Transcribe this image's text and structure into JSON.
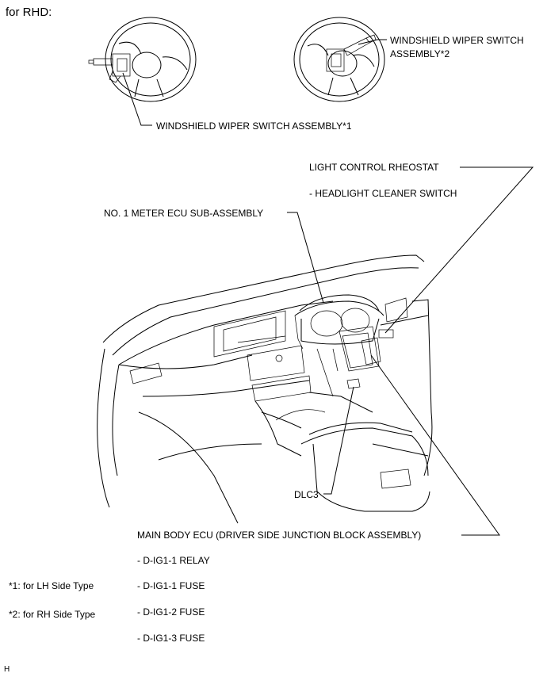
{
  "heading": "for RHD:",
  "labels": {
    "wiper_switch_1": "WINDSHIELD WIPER SWITCH ASSEMBLY*1",
    "wiper_switch_2_line1": "WINDSHIELD WIPER SWITCH",
    "wiper_switch_2_line2": "ASSEMBLY*2",
    "light_control_rheostat": "LIGHT CONTROL RHEOSTAT",
    "headlight_cleaner_switch": "- HEADLIGHT CLEANER SWITCH",
    "meter_ecu": "NO. 1 METER ECU SUB-ASSEMBLY",
    "dlc3": "DLC3",
    "main_body_ecu": "MAIN BODY ECU (DRIVER SIDE JUNCTION BLOCK ASSEMBLY)",
    "relay": "- D-IG1-1 RELAY",
    "fuse1": "- D-IG1-1 FUSE",
    "fuse2": "- D-IG1-2 FUSE",
    "fuse3": "- D-IG1-3 FUSE"
  },
  "notes": {
    "note1": "*1: for LH Side Type",
    "note2": "*2: for RH Side Type"
  },
  "footer_code": "H"
}
